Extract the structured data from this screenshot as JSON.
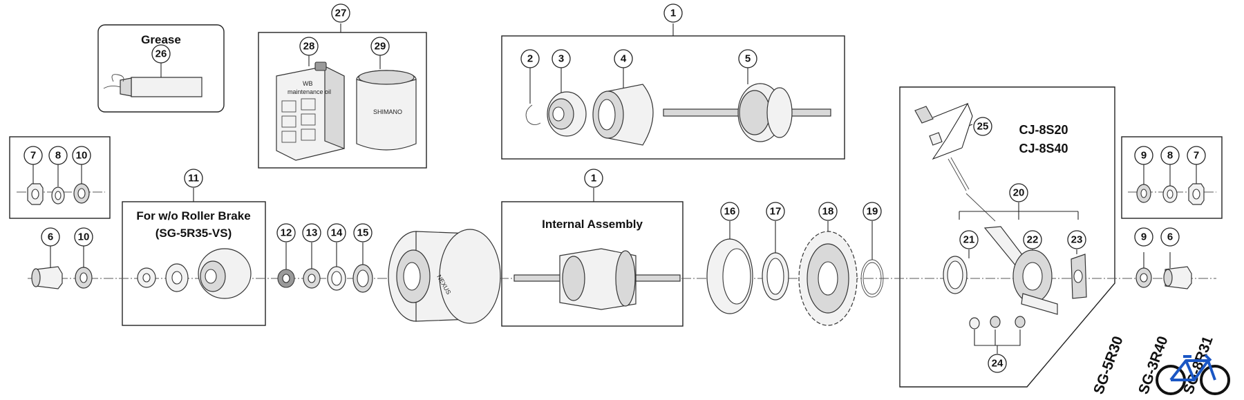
{
  "boxes": {
    "grease_title": "Grease",
    "internal_assembly_title": "Internal Assembly",
    "roller_brake_title_line1": "For w/o Roller Brake",
    "roller_brake_title_line2": "(SG-5R35-VS)",
    "chain_case_line1": "CJ-8S20",
    "chain_case_line2": "CJ-8S40"
  },
  "callouts": [
    "1",
    "1",
    "2",
    "3",
    "4",
    "5",
    "6",
    "6",
    "7",
    "7",
    "8",
    "8",
    "9",
    "9",
    "10",
    "10",
    "11",
    "12",
    "13",
    "14",
    "15",
    "16",
    "17",
    "18",
    "19",
    "20",
    "21",
    "22",
    "23",
    "24",
    "25",
    "26",
    "27",
    "28",
    "29"
  ],
  "product_labels": {
    "oil_can_line1": "WB",
    "oil_can_line2": "maintenance oil",
    "jar_brand": "SHIMANO",
    "hub_brand": "NEXUS"
  },
  "models": [
    "SG-5R30",
    "SG-3R40",
    "SG-8R31"
  ],
  "logo_icon": "bicycle-icon"
}
